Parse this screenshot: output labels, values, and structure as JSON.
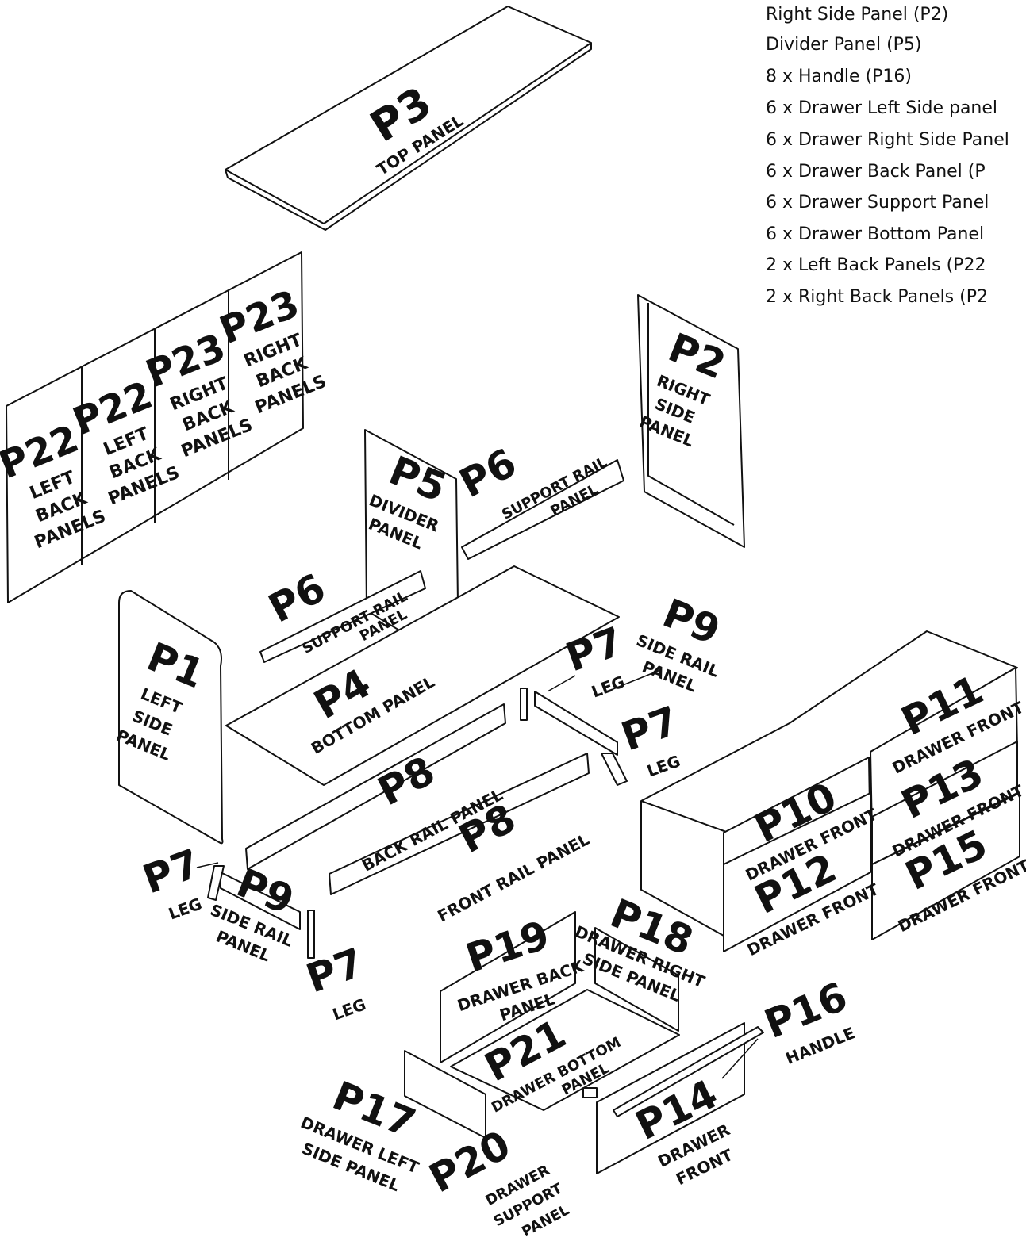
{
  "parts_list": [
    "Right Side Panel (P2)",
    "Divider Panel (P5)",
    "8 x Handle (P16)",
    "6 x Drawer Left Side panel",
    "6 x Drawer Right Side Panel",
    "6 x Drawer Back Panel (P",
    "6 x Drawer Support Panel",
    "6 x Drawer Bottom Panel",
    "2 x Left Back Panels (P22",
    "2 x Right Back Panels (P2"
  ],
  "parts": {
    "p1": {
      "id": "P1",
      "lines": [
        "LEFT",
        "SIDE",
        "PANEL"
      ]
    },
    "p2": {
      "id": "P2",
      "lines": [
        "RIGHT",
        "SIDE",
        "PANEL"
      ]
    },
    "p3": {
      "id": "P3",
      "lines": [
        "TOP PANEL"
      ]
    },
    "p4": {
      "id": "P4",
      "lines": [
        "BOTTOM PANEL"
      ]
    },
    "p5": {
      "id": "P5",
      "lines": [
        "DIVIDER",
        "PANEL"
      ]
    },
    "p6a": {
      "id": "P6",
      "lines": [
        "SUPPORT RAIL",
        "PANEL"
      ]
    },
    "p6b": {
      "id": "P6",
      "lines": [
        "SUPPORT RAIL",
        "PANEL"
      ]
    },
    "p7a": {
      "id": "P7",
      "lines": [
        "LEG"
      ]
    },
    "p7b": {
      "id": "P7",
      "lines": [
        "LEG"
      ]
    },
    "p7c": {
      "id": "P7",
      "lines": [
        "LEG"
      ]
    },
    "p7d": {
      "id": "P7",
      "lines": [
        "LEG"
      ]
    },
    "p8a": {
      "id": "P8",
      "lines": [
        "BACK RAIL PANEL"
      ]
    },
    "p8b": {
      "id": "P8",
      "lines": [
        "FRONT RAIL PANEL"
      ]
    },
    "p9a": {
      "id": "P9",
      "lines": [
        "SIDE RAIL",
        "PANEL"
      ]
    },
    "p9b": {
      "id": "P9",
      "lines": [
        "SIDE RAIL",
        "PANEL"
      ]
    },
    "p10": {
      "id": "P10",
      "lines": [
        "DRAWER FRONT"
      ]
    },
    "p11": {
      "id": "P11",
      "lines": [
        "DRAWER FRONT"
      ]
    },
    "p12": {
      "id": "P12",
      "lines": [
        "DRAWER FRONT"
      ]
    },
    "p13": {
      "id": "P13",
      "lines": [
        "DRAWER FRONT"
      ]
    },
    "p14": {
      "id": "P14",
      "lines": [
        "DRAWER",
        "FRONT"
      ]
    },
    "p15": {
      "id": "P15",
      "lines": [
        "DRAWER FRONT"
      ]
    },
    "p16": {
      "id": "P16",
      "lines": [
        "HANDLE"
      ]
    },
    "p17": {
      "id": "P17",
      "lines": [
        "DRAWER LEFT",
        "SIDE PANEL"
      ]
    },
    "p18": {
      "id": "P18",
      "lines": [
        "DRAWER RIGHT",
        "SIDE PANEL"
      ]
    },
    "p19": {
      "id": "P19",
      "lines": [
        "DRAWER BACK",
        "PANEL"
      ]
    },
    "p20": {
      "id": "P20",
      "lines": [
        "DRAWER",
        "SUPPORT",
        "PANEL"
      ]
    },
    "p21": {
      "id": "P21",
      "lines": [
        "DRAWER BOTTOM",
        "PANEL"
      ]
    },
    "p22a": {
      "id": "P22",
      "lines": [
        "LEFT",
        "BACK",
        "PANELS"
      ]
    },
    "p22b": {
      "id": "P22",
      "lines": [
        "LEFT",
        "BACK",
        "PANELS"
      ]
    },
    "p23a": {
      "id": "P23",
      "lines": [
        "RIGHT",
        "BACK",
        "PANELS"
      ]
    },
    "p23b": {
      "id": "P23",
      "lines": [
        "RIGHT",
        "BACK",
        "PANELS"
      ]
    }
  }
}
